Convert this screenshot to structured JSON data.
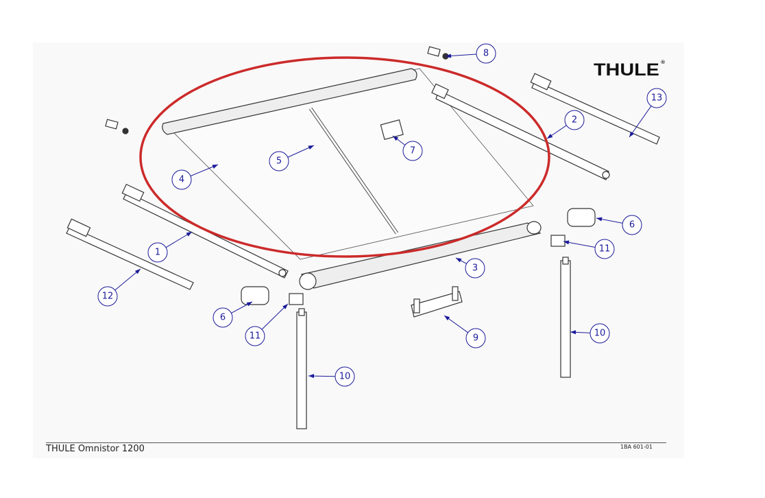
{
  "logo": {
    "text": "THULE",
    "mark": "®"
  },
  "footer": {
    "title": "THULE Omnistor 1200",
    "code": "1BA 601-01"
  },
  "callouts": [
    {
      "label": "8"
    },
    {
      "label": "13"
    },
    {
      "label": "2"
    },
    {
      "label": "7"
    },
    {
      "label": "5"
    },
    {
      "label": "4"
    },
    {
      "label": "6"
    },
    {
      "label": "11"
    },
    {
      "label": "1"
    },
    {
      "label": "3"
    },
    {
      "label": "12"
    },
    {
      "label": "6"
    },
    {
      "label": "11"
    },
    {
      "label": "9"
    },
    {
      "label": "10"
    },
    {
      "label": "10"
    }
  ],
  "colors": {
    "callout": "#1a1a99",
    "highlight": "#cc2a2a",
    "line": "#333333"
  }
}
